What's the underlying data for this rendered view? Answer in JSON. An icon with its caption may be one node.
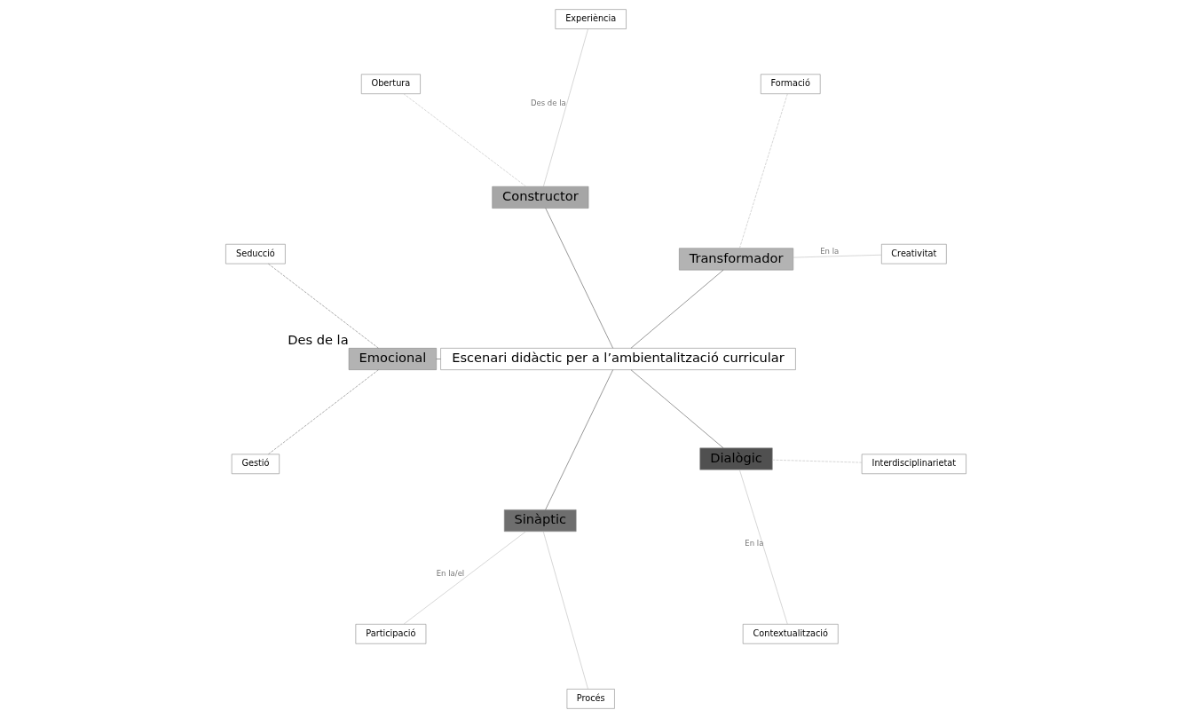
{
  "diagram": {
    "nodes": [
      {
        "text": [
          "Escenari didàctic per a l’ambientalització curricular"
        ]
      },
      {
        "text": [
          "Transformador"
        ]
      },
      {
        "text": [
          "Creativitat"
        ]
      },
      {
        "text": [
          "Formació"
        ]
      },
      {
        "text": [
          "Constructor"
        ]
      },
      {
        "text": [
          "Experiència"
        ]
      },
      {
        "text": [
          "Obertura"
        ]
      },
      {
        "text": [
          "Emocional"
        ],
        "beside": [
          "Des de la"
        ]
      },
      {
        "text": [
          "Seducció"
        ]
      },
      {
        "text": [
          "Gestió"
        ]
      },
      {
        "text": [
          "Sinàptic"
        ]
      },
      {
        "text": [
          "Participació"
        ]
      },
      {
        "text": [
          "Procés"
        ]
      },
      {
        "text": [
          "Dialògic"
        ]
      },
      {
        "text": [
          "Contextualització"
        ]
      },
      {
        "text": [
          "Interdisciplinarietat"
        ]
      }
    ],
    "edges": [
      {
        "from": 0,
        "to": 1,
        "arrow": "none",
        "color": "#555555"
      },
      {
        "from": 0,
        "to": 4,
        "arrow": "none",
        "color": "#555555"
      },
      {
        "from": 0,
        "to": 7,
        "arrow": "none",
        "color": "#555555"
      },
      {
        "from": 0,
        "to": 10,
        "arrow": "none",
        "color": "#555555"
      },
      {
        "from": 0,
        "to": 13,
        "arrow": "none",
        "color": "#555555"
      },
      {
        "from": 1,
        "to": 2,
        "arrow": "none",
        "label": "En la"
      },
      {
        "from": 1,
        "to": 3,
        "arrow": "none",
        "style": "dashed"
      },
      {
        "from": 4,
        "to": 5,
        "arrow": "none",
        "label": "Des de la"
      },
      {
        "from": 4,
        "to": 6,
        "arrow": "none",
        "style": "dashed"
      },
      {
        "from": 7,
        "to": 8,
        "arrow": "none",
        "style": "dashed",
        "color": "#777777"
      },
      {
        "from": 7,
        "to": 9,
        "arrow": "none",
        "style": "dashed",
        "color": "#777777"
      },
      {
        "from": 10,
        "to": 11,
        "arrow": "none",
        "label": "En la/el"
      },
      {
        "from": 10,
        "to": 12,
        "arrow": "none"
      },
      {
        "from": 13,
        "to": 14,
        "arrow": "none",
        "label": "En la"
      },
      {
        "from": 13,
        "to": 15,
        "arrow": "none",
        "style": "dashed"
      }
    ]
  }
}
